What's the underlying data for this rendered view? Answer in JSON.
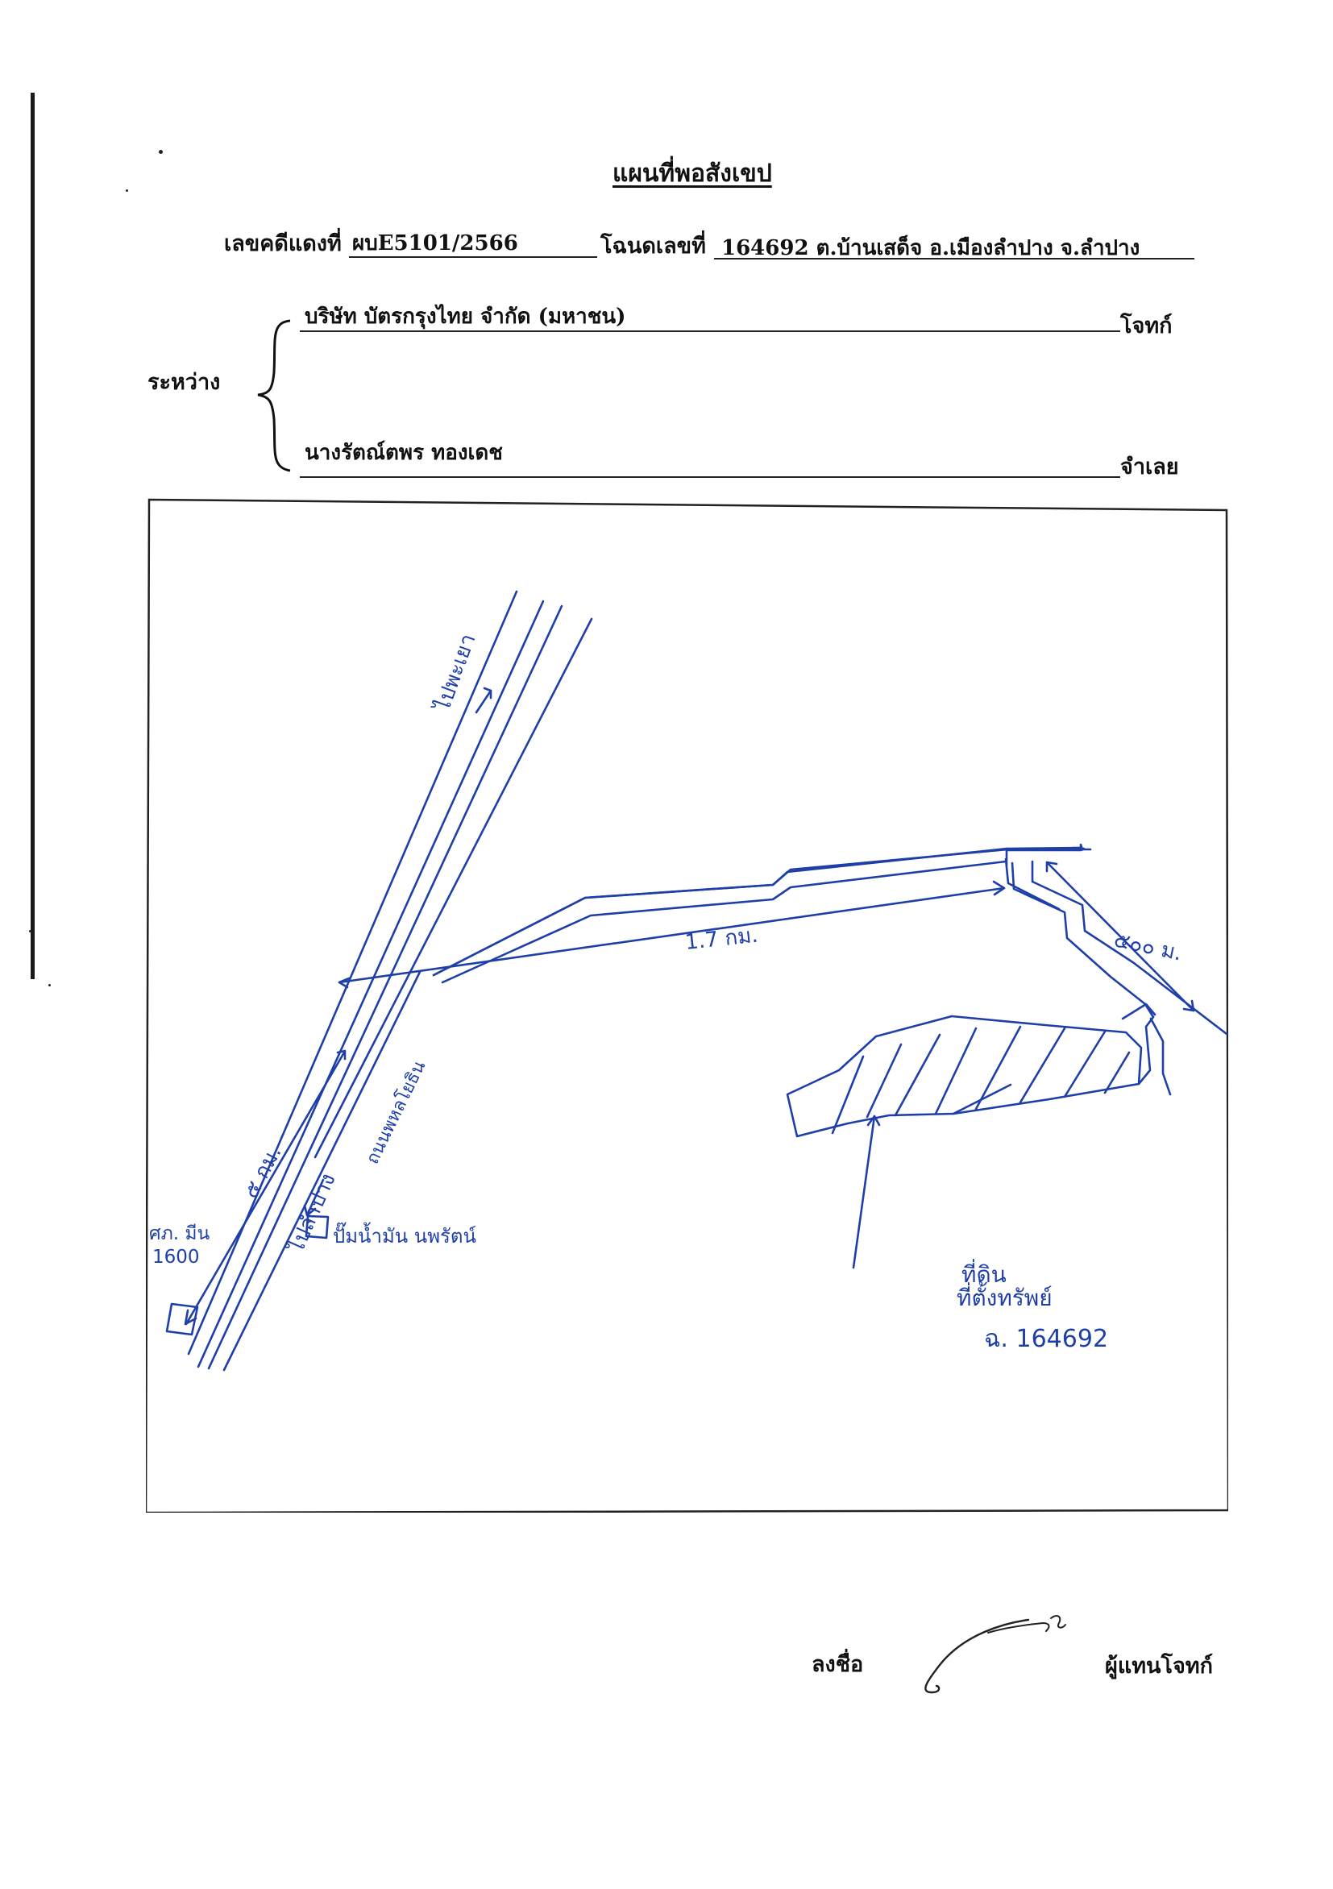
{
  "document": {
    "title": "แผนที่พอสังเขป",
    "case_label": "เลขคดีแดงที่",
    "case_number": "ผบE5101/2566",
    "deed_label": "โฉนดเลขที่",
    "deed_value": "164692  ต.บ้านเสด็จ อ.เมืองลำปาง จ.ลำปาง",
    "between_label": "ระหว่าง",
    "plaintiff_name": "บริษัท บัตรกรุงไทย  จำกัด (มหาชน)",
    "plaintiff_role": "โจทก์",
    "defendant_name": "นางรัตณ์ตพร ทองเดช",
    "defendant_role": "จำเลย"
  },
  "map": {
    "labels": {
      "road_to_phayao": "ไปพะเยา",
      "road_to_lampang": "ไปลำปาง",
      "road_name": "ถนนพหลโยธิน",
      "dist_road_km": "๕ กม.",
      "dist_branch": "1.7 กม.",
      "dist_lane": "๕๐๐ ม.",
      "landmark_left_line1": "ศภ. มีน",
      "landmark_left_line2": "1600",
      "landmark_right": "ปั๊มน้ำมัน นพรัตน์",
      "parcel_line1": "ที่ดิน",
      "parcel_line2": "ที่ตั้งทรัพย์",
      "parcel_deed": "ฉ. 164692"
    },
    "ink_color": "#1f3fa8"
  },
  "signature": {
    "sign_label": "ลงชื่อ",
    "signer_role": "ผู้แทนโจทก์"
  }
}
